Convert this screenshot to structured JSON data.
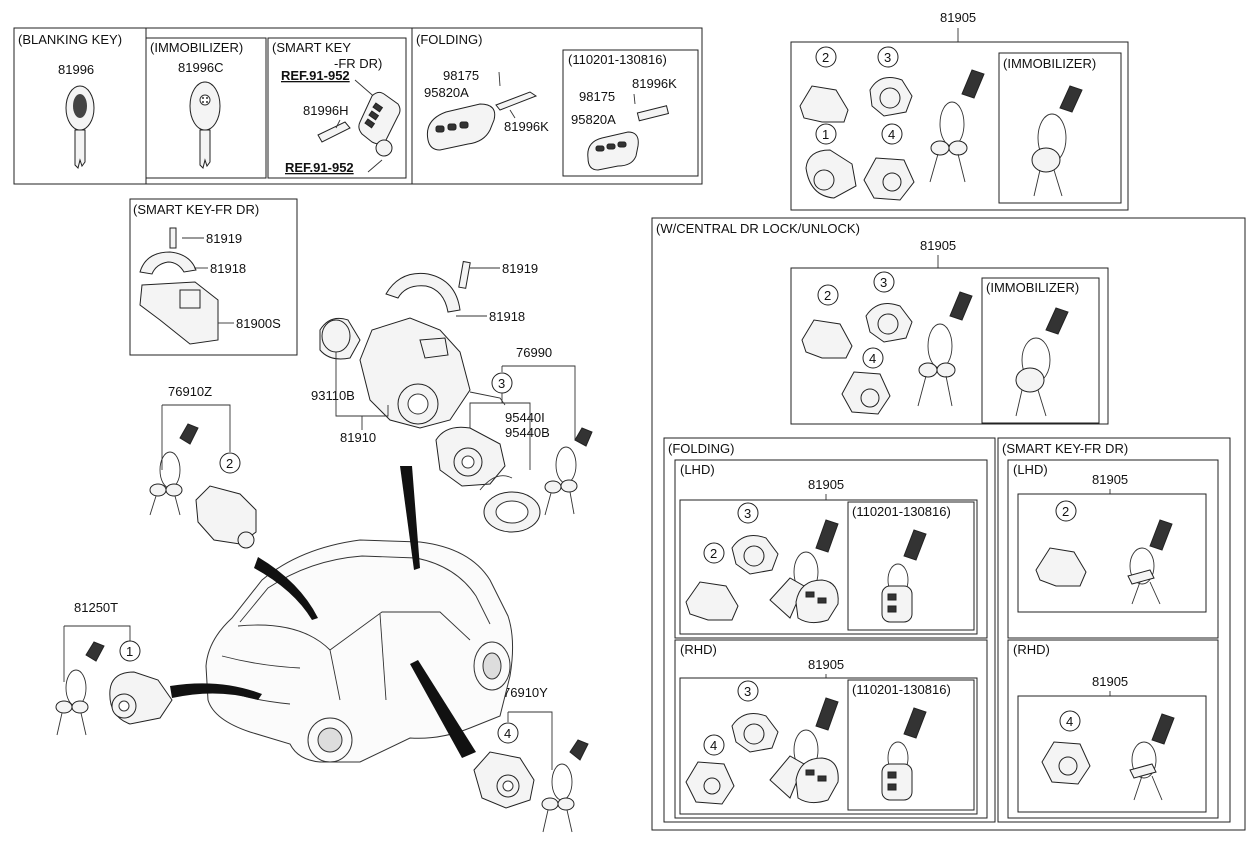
{
  "top_row": {
    "blanking": {
      "title": "(BLANKING KEY)",
      "part": "81996"
    },
    "immobilizer": {
      "title": "(IMMOBILIZER)",
      "part": "81996C"
    },
    "smart_key": {
      "title_line1": "(SMART KEY",
      "title_line2": "-FR DR)",
      "ref1": "REF.91-952",
      "part": "81996H",
      "ref2": "REF.91-952"
    },
    "folding": {
      "title": "(FOLDING)",
      "part_pin": "98175",
      "part_body": "95820A",
      "part_blade": "81996K",
      "sub": {
        "title": "(110201-130816)",
        "part_pin": "98175",
        "part_blade": "81996K",
        "part_body": "95820A"
      }
    }
  },
  "smart_key_fr_dr_box": {
    "title": "(SMART KEY-FR DR)",
    "p1": "81919",
    "p2": "81918",
    "p3": "81900S"
  },
  "center": {
    "p_81919": "81919",
    "p_81918": "81918",
    "p_93110B": "93110B",
    "p_81910": "81910",
    "p_76990": "76990",
    "p_95440I": "95440I",
    "p_95440B": "95440B",
    "p_76910Z": "76910Z",
    "p_81250T": "81250T",
    "p_76910Y": "76910Y"
  },
  "callouts": {
    "c1": "1",
    "c2": "2",
    "c3": "3",
    "c4": "4"
  },
  "right_top": {
    "part": "81905",
    "immobilizer": "(IMMOBILIZER)"
  },
  "central_lock": {
    "title": "(W/CENTRAL DR LOCK/UNLOCK)",
    "part": "81905",
    "immobilizer": "(IMMOBILIZER)",
    "folding": {
      "title": "(FOLDING)",
      "lhd": {
        "title": "(LHD)",
        "part": "81905",
        "sub": "(110201-130816)"
      },
      "rhd": {
        "title": "(RHD)",
        "part": "81905",
        "sub": "(110201-130816)"
      }
    },
    "smart_key": {
      "title": "(SMART KEY-FR DR)",
      "lhd": {
        "title": "(LHD)",
        "part": "81905"
      },
      "rhd": {
        "title": "(RHD)",
        "part": "81905"
      }
    }
  }
}
